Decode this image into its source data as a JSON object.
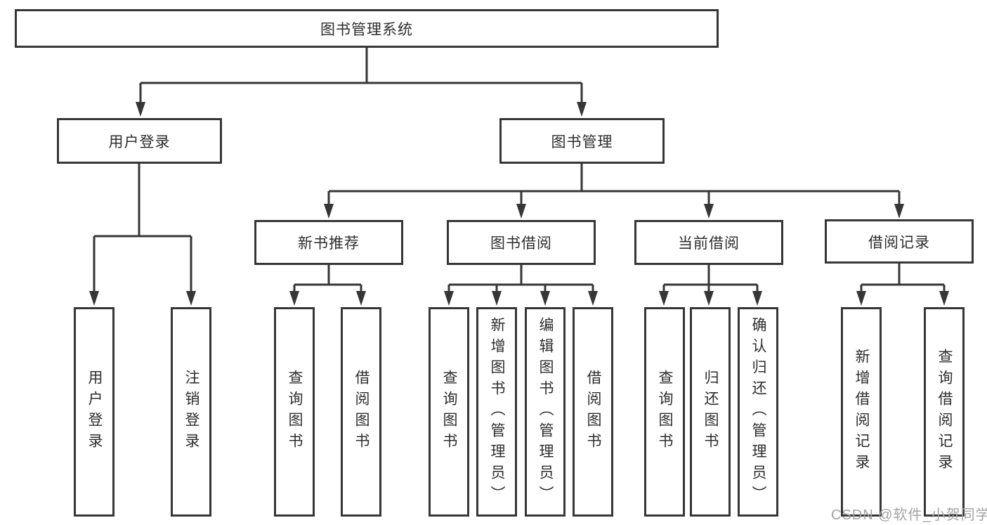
{
  "diagram_type": "hierarchy-tree",
  "colors": {
    "line": "#363636",
    "box_border": "#363636",
    "box_fill": "#ffffff",
    "text": "#2d2d2d",
    "watermark": "#a3a3a3",
    "background": "#ffffff"
  },
  "tree": {
    "root": {
      "label": "图书管理系统",
      "children": [
        {
          "label": "用户登录",
          "children": [
            {
              "label": "用户登录"
            },
            {
              "label": "注销登录"
            }
          ]
        },
        {
          "label": "图书管理",
          "children": [
            {
              "label": "新书推荐",
              "children": [
                {
                  "label": "查询图书"
                },
                {
                  "label": "借阅图书"
                }
              ]
            },
            {
              "label": "图书借阅",
              "children": [
                {
                  "label": "查询图书"
                },
                {
                  "label": "新增图书（管理员）"
                },
                {
                  "label": "编辑图书（管理员）"
                },
                {
                  "label": "借阅图书"
                }
              ]
            },
            {
              "label": "当前借阅",
              "children": [
                {
                  "label": "查询图书"
                },
                {
                  "label": "归还图书"
                },
                {
                  "label": "确认归还（管理员）"
                }
              ]
            },
            {
              "label": "借阅记录",
              "children": [
                {
                  "label": "新增借阅记录"
                },
                {
                  "label": "查询借阅记录"
                }
              ]
            }
          ]
        }
      ]
    }
  },
  "watermark": {
    "text": "CSDN @软件_小贺同学"
  }
}
